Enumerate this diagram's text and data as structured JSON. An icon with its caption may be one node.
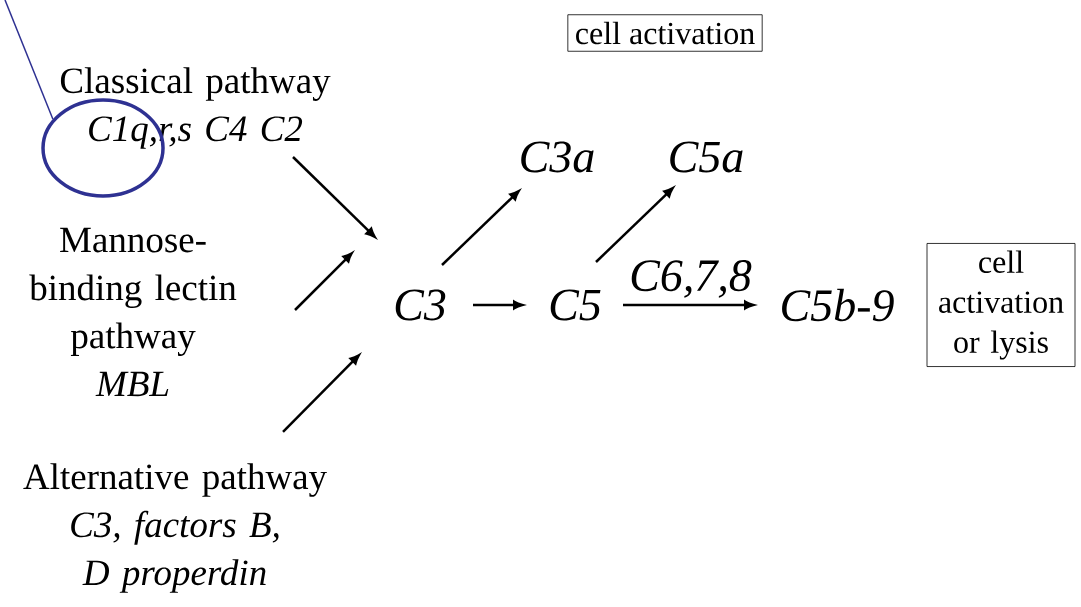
{
  "diagram": {
    "nodes": [
      {
        "text": [
          "Classical pathway",
          "C1q,r,s C4 C2"
        ]
      },
      {
        "text": [
          "Mannose-binding lectin pathway",
          "MBL"
        ]
      },
      {
        "text": [
          "Alternative pathway",
          "C3, factors B, D properdin"
        ]
      },
      {
        "text": [
          "C3"
        ]
      },
      {
        "text": [
          "C3a"
        ]
      },
      {
        "text": [
          "C5"
        ]
      },
      {
        "text": [
          "C5a"
        ]
      },
      {
        "text": [
          "C5b-9"
        ]
      },
      {
        "text": [
          "cell activation"
        ]
      },
      {
        "text": [
          "cell activation or lysis"
        ]
      },
      {
        "text": [],
        "shape": "circle"
      }
    ],
    "edges": [
      {
        "from": 0,
        "to": 3,
        "arrow": "to"
      },
      {
        "from": 1,
        "to": 3,
        "arrow": "to"
      },
      {
        "from": 2,
        "to": 3,
        "arrow": "to"
      },
      {
        "from": 3,
        "to": 4,
        "arrow": "to"
      },
      {
        "from": 3,
        "to": 5,
        "arrow": "to"
      },
      {
        "from": 5,
        "to": 6,
        "arrow": "to"
      },
      {
        "from": 5,
        "to": 7,
        "label": "C6,7,8",
        "arrow": "to"
      },
      {
        "from": null,
        "to": 10,
        "arrow": "none",
        "color": "#2e3192"
      }
    ]
  }
}
